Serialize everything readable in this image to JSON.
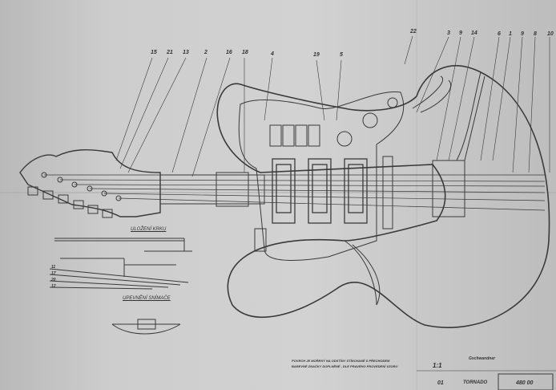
{
  "callouts": [
    "15",
    "21",
    "13",
    "2",
    "16",
    "18",
    "4",
    "19",
    "5",
    "22",
    "3",
    "9",
    "14",
    "6",
    "1",
    "9",
    "8",
    "10"
  ],
  "section_labels": {
    "neck_mount": "ULOŽENÍ KRKU",
    "pickup_mount": "UPEVNĚNÍ SNÍMAČE"
  },
  "side_numbers": [
    "11",
    "17",
    "20",
    "12"
  ],
  "notes": {
    "line1": "POVRCH JE MOŘENÝ NA ODSTÍNY STÍNOVANÉ S PŘECHODEM",
    "line2": "BAREVNÉ ZNAČKY DOPLNĚNÉ , DLE PRAVÉHO PROVEDENÍ VZORU"
  },
  "title_block": {
    "scale": "1:1",
    "signature": "Gschwandner",
    "sheet": "01",
    "name": "TORNADO",
    "number": "480 00"
  }
}
